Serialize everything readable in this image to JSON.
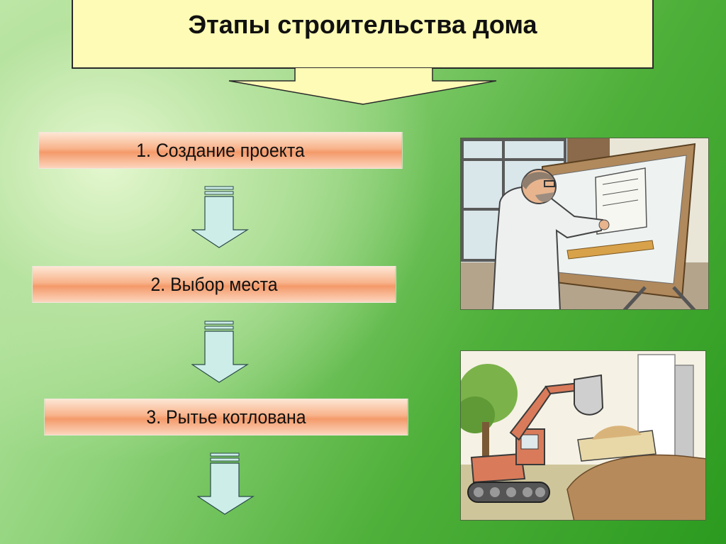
{
  "title": "Этапы строительства дома",
  "stages": [
    {
      "label": "1. Создание проекта"
    },
    {
      "label": "2. Выбор места"
    },
    {
      "label": "3. Рытье котлована"
    }
  ],
  "colors": {
    "title_bg": "#fdfbb5",
    "stage_fill": "#f49a6a",
    "arrow_fill": "#cdeee8",
    "background_green": "#2b9a1f"
  },
  "icons": [
    "callout-arrow-icon",
    "down-arrow-icon",
    "architect-drafting-illustration",
    "excavator-illustration"
  ]
}
